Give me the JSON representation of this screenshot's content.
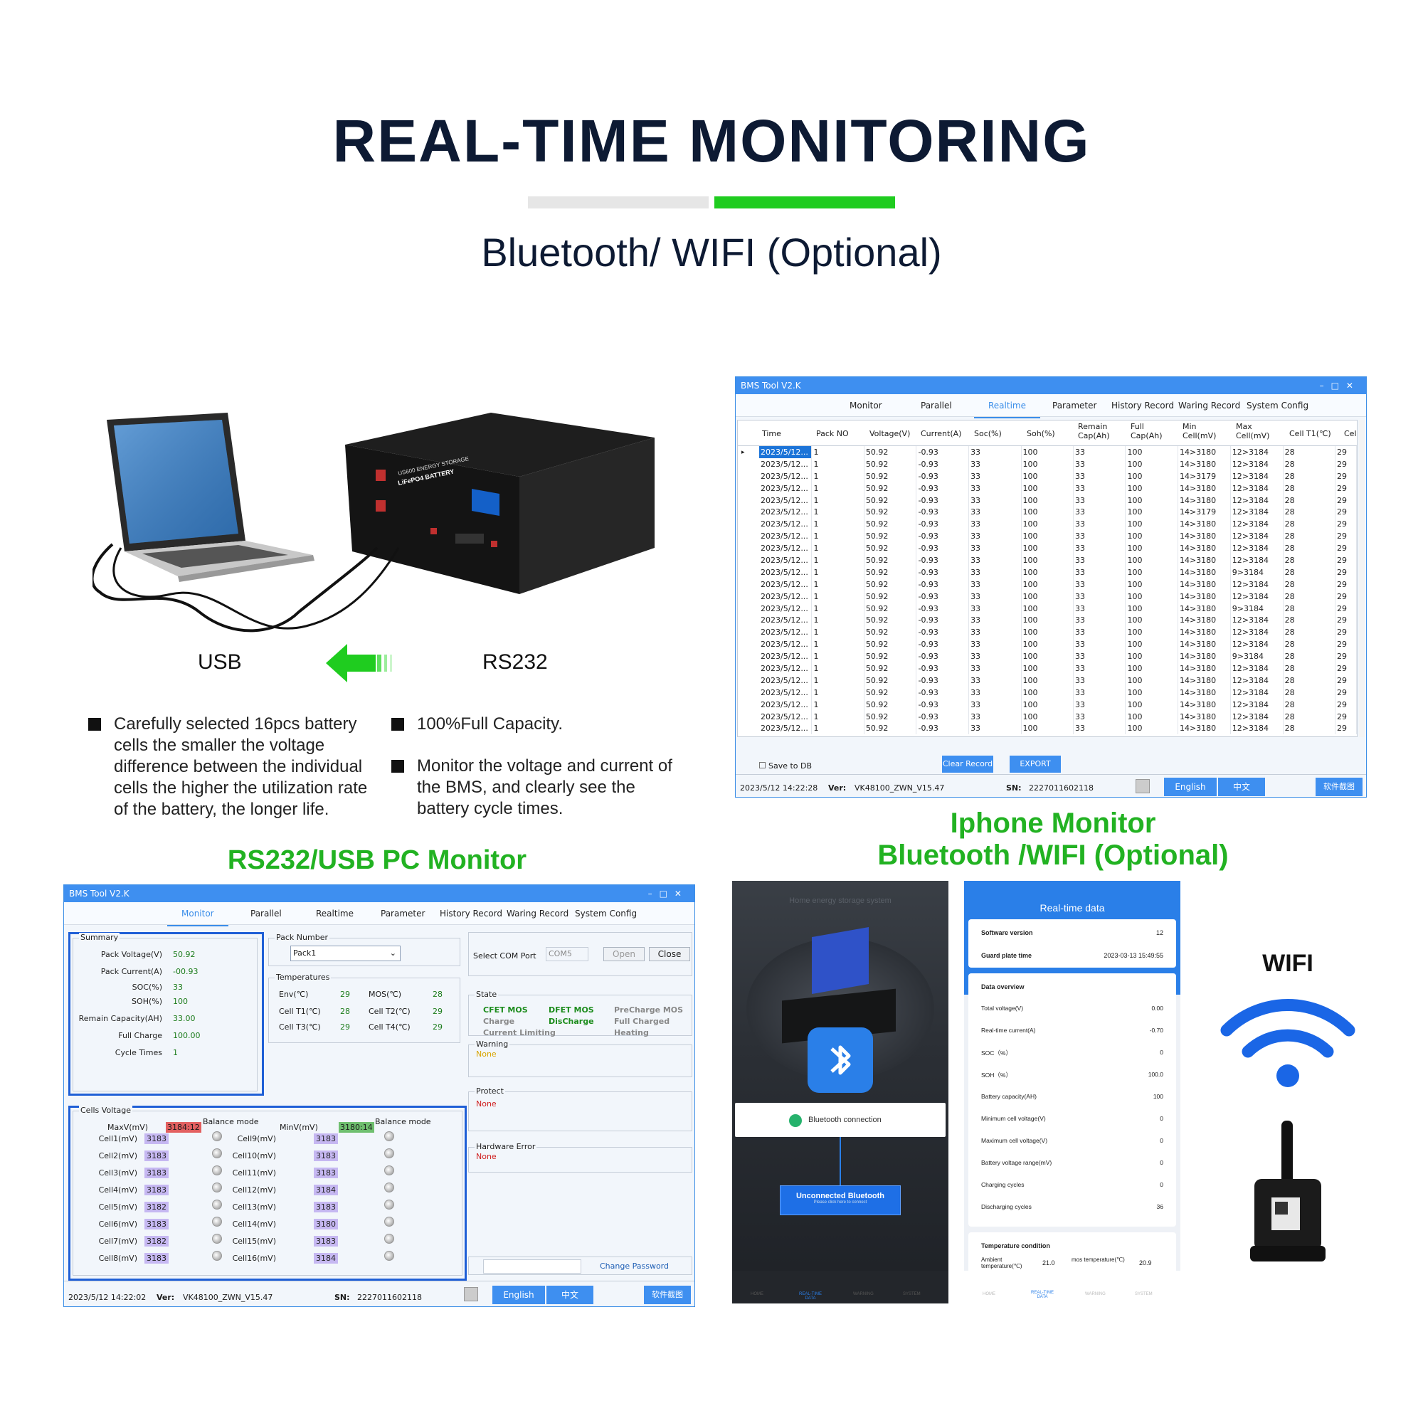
{
  "header": {
    "title": "REAL-TIME MONITORING",
    "subtitle": "Bluetooth/ WIFI (Optional)"
  },
  "hardware": {
    "usb_label": "USB",
    "rs232_label": "RS232",
    "battery_brand": "US600 ENERGY STORAGE",
    "battery_model": "LiFePO4 BATTERY"
  },
  "features": {
    "left": "Carefully selected 16pcs battery cells the smaller the voltage difference between the individual cells the higher the utilization rate of the battery, the longer life.",
    "right1": "100%Full Capacity.",
    "right2": "Monitor the voltage and current of the BMS, and clearly see the battery cycle times."
  },
  "captions": {
    "pc_monitor": "RS232/USB PC Monitor",
    "iphone_line1": "Iphone Monitor",
    "iphone_line2": "Bluetooth /WIFI (Optional)",
    "wifi": "WIFI"
  },
  "colors": {
    "accent": "#3e8ff0",
    "green": "#22b222",
    "navy": "#0d1a33"
  },
  "realtime_window": {
    "title": "BMS Tool V2.K",
    "tabs": [
      "Monitor",
      "Parallel",
      "Realtime",
      "Parameter",
      "History Record",
      "Waring Record",
      "System Config"
    ],
    "selected_tab": "Realtime",
    "columns": [
      "Time",
      "Pack NO",
      "Voltage(V)",
      "Current(A)",
      "Soc(%)",
      "Soh(%)",
      "Remain Cap(Ah)",
      "Full Cap(Ah)",
      "Min Cell(mV)",
      "Max Cell(mV)",
      "Cell T1(℃)",
      "Cell"
    ],
    "rows": [
      [
        "2023/5/12...",
        "1",
        "50.92",
        "-0.93",
        "33",
        "100",
        "33",
        "100",
        "14>3180",
        "12>3184",
        "28",
        "29"
      ],
      [
        "2023/5/12...",
        "1",
        "50.92",
        "-0.93",
        "33",
        "100",
        "33",
        "100",
        "14>3180",
        "12>3184",
        "28",
        "29"
      ],
      [
        "2023/5/12...",
        "1",
        "50.92",
        "-0.93",
        "33",
        "100",
        "33",
        "100",
        "14>3179",
        "12>3184",
        "28",
        "29"
      ],
      [
        "2023/5/12...",
        "1",
        "50.92",
        "-0.93",
        "33",
        "100",
        "33",
        "100",
        "14>3180",
        "12>3184",
        "28",
        "29"
      ],
      [
        "2023/5/12...",
        "1",
        "50.92",
        "-0.93",
        "33",
        "100",
        "33",
        "100",
        "14>3180",
        "12>3184",
        "28",
        "29"
      ],
      [
        "2023/5/12...",
        "1",
        "50.92",
        "-0.93",
        "33",
        "100",
        "33",
        "100",
        "14>3179",
        "12>3184",
        "28",
        "29"
      ],
      [
        "2023/5/12...",
        "1",
        "50.92",
        "-0.93",
        "33",
        "100",
        "33",
        "100",
        "14>3180",
        "12>3184",
        "28",
        "29"
      ],
      [
        "2023/5/12...",
        "1",
        "50.92",
        "-0.93",
        "33",
        "100",
        "33",
        "100",
        "14>3180",
        "12>3184",
        "28",
        "29"
      ],
      [
        "2023/5/12...",
        "1",
        "50.92",
        "-0.93",
        "33",
        "100",
        "33",
        "100",
        "14>3180",
        "12>3184",
        "28",
        "29"
      ],
      [
        "2023/5/12...",
        "1",
        "50.92",
        "-0.93",
        "33",
        "100",
        "33",
        "100",
        "14>3180",
        "12>3184",
        "28",
        "29"
      ],
      [
        "2023/5/12...",
        "1",
        "50.92",
        "-0.93",
        "33",
        "100",
        "33",
        "100",
        "14>3180",
        "9>3184",
        "28",
        "29"
      ],
      [
        "2023/5/12...",
        "1",
        "50.92",
        "-0.93",
        "33",
        "100",
        "33",
        "100",
        "14>3180",
        "12>3184",
        "28",
        "29"
      ],
      [
        "2023/5/12...",
        "1",
        "50.92",
        "-0.93",
        "33",
        "100",
        "33",
        "100",
        "14>3180",
        "12>3184",
        "28",
        "29"
      ],
      [
        "2023/5/12...",
        "1",
        "50.92",
        "-0.93",
        "33",
        "100",
        "33",
        "100",
        "14>3180",
        "9>3184",
        "28",
        "29"
      ],
      [
        "2023/5/12...",
        "1",
        "50.92",
        "-0.93",
        "33",
        "100",
        "33",
        "100",
        "14>3180",
        "12>3184",
        "28",
        "29"
      ],
      [
        "2023/5/12...",
        "1",
        "50.92",
        "-0.93",
        "33",
        "100",
        "33",
        "100",
        "14>3180",
        "12>3184",
        "28",
        "29"
      ],
      [
        "2023/5/12...",
        "1",
        "50.92",
        "-0.93",
        "33",
        "100",
        "33",
        "100",
        "14>3180",
        "12>3184",
        "28",
        "29"
      ],
      [
        "2023/5/12...",
        "1",
        "50.92",
        "-0.93",
        "33",
        "100",
        "33",
        "100",
        "14>3180",
        "9>3184",
        "28",
        "29"
      ],
      [
        "2023/5/12...",
        "1",
        "50.92",
        "-0.93",
        "33",
        "100",
        "33",
        "100",
        "14>3180",
        "12>3184",
        "28",
        "29"
      ],
      [
        "2023/5/12...",
        "1",
        "50.92",
        "-0.93",
        "33",
        "100",
        "33",
        "100",
        "14>3180",
        "12>3184",
        "28",
        "29"
      ],
      [
        "2023/5/12...",
        "1",
        "50.92",
        "-0.93",
        "33",
        "100",
        "33",
        "100",
        "14>3180",
        "12>3184",
        "28",
        "29"
      ],
      [
        "2023/5/12...",
        "1",
        "50.92",
        "-0.93",
        "33",
        "100",
        "33",
        "100",
        "14>3180",
        "12>3184",
        "28",
        "29"
      ],
      [
        "2023/5/12...",
        "1",
        "50.92",
        "-0.93",
        "33",
        "100",
        "33",
        "100",
        "14>3180",
        "12>3184",
        "28",
        "29"
      ],
      [
        "2023/5/12...",
        "1",
        "50.92",
        "-0.93",
        "33",
        "100",
        "33",
        "100",
        "14>3180",
        "12>3184",
        "28",
        "29"
      ]
    ],
    "save_to_db": "Save to DB",
    "clear_record": "Clear Record",
    "export": "EXPORT",
    "status_time": "2023/5/12 14:22:28",
    "ver_label": "Ver:",
    "ver_value": "VK48100_ZWN_V15.47",
    "sn_label": "SN:",
    "sn_value": "2227011602118",
    "lang_en": "English",
    "lang_zh": "中文",
    "screenshot": "软件截图"
  },
  "monitor_window": {
    "title": "BMS Tool V2.K",
    "tabs": [
      "Monitor",
      "Parallel",
      "Realtime",
      "Parameter",
      "History Record",
      "Waring Record",
      "System Config"
    ],
    "selected_tab": "Monitor",
    "summary": {
      "legend": "Summary",
      "items": [
        {
          "label": "Pack Voltage(V)",
          "value": "50.92"
        },
        {
          "label": "Pack Current(A)",
          "value": "-00.93"
        },
        {
          "label": "SOC(%)",
          "value": "33"
        },
        {
          "label": "SOH(%)",
          "value": "100"
        },
        {
          "label": "Remain Capacity(AH)",
          "value": "33.00"
        },
        {
          "label": "Full Charge",
          "value": "100.00"
        },
        {
          "label": "Cycle Times",
          "value": "1"
        }
      ]
    },
    "pack_number": {
      "legend": "Pack Number",
      "value": "Pack1"
    },
    "temperatures": {
      "legend": "Temperatures",
      "items": [
        {
          "label": "Env(℃)",
          "value": "29"
        },
        {
          "label": "MOS(℃)",
          "value": "28"
        },
        {
          "label": "Cell T1(℃)",
          "value": "28"
        },
        {
          "label": "Cell T2(℃)",
          "value": "29"
        },
        {
          "label": "Cell T3(℃)",
          "value": "29"
        },
        {
          "label": "Cell T4(℃)",
          "value": "29"
        }
      ]
    },
    "com": {
      "label": "Select COM Port",
      "value": "COM5",
      "open": "Open",
      "close": "Close"
    },
    "state": {
      "legend": "State",
      "c1a": "CFET MOS",
      "c1b": "Charge",
      "c1c": "Current Limiting",
      "c2a": "DFET MOS",
      "c2b": "DisCharge",
      "c3a": "PreCharge MOS",
      "c3b": "Full Charged",
      "c3c": "Heating"
    },
    "warning": {
      "legend": "Warning",
      "value": "None"
    },
    "protect": {
      "legend": "Protect",
      "value": "None"
    },
    "hardware_error": {
      "legend": "Hardware Error",
      "value": "None"
    },
    "change_password": "Change Password",
    "cells": {
      "legend": "Cells Voltage",
      "max_label": "MaxV(mV)",
      "max_value": "3184:12",
      "min_label": "MinV(mV)",
      "min_value": "3180:14",
      "balance": "Balance mode",
      "left": [
        {
          "label": "Cell1(mV)",
          "value": "3183"
        },
        {
          "label": "Cell2(mV)",
          "value": "3183"
        },
        {
          "label": "Cell3(mV)",
          "value": "3183"
        },
        {
          "label": "Cell4(mV)",
          "value": "3183"
        },
        {
          "label": "Cell5(mV)",
          "value": "3182"
        },
        {
          "label": "Cell6(mV)",
          "value": "3183"
        },
        {
          "label": "Cell7(mV)",
          "value": "3182"
        },
        {
          "label": "Cell8(mV)",
          "value": "3183"
        }
      ],
      "right": [
        {
          "label": "Cell9(mV)",
          "value": "3183"
        },
        {
          "label": "Cell10(mV)",
          "value": "3183"
        },
        {
          "label": "Cell11(mV)",
          "value": "3183"
        },
        {
          "label": "Cell12(mV)",
          "value": "3184"
        },
        {
          "label": "Cell13(mV)",
          "value": "3183"
        },
        {
          "label": "Cell14(mV)",
          "value": "3180"
        },
        {
          "label": "Cell15(mV)",
          "value": "3183"
        },
        {
          "label": "Cell16(mV)",
          "value": "3184"
        }
      ]
    },
    "status_time": "2023/5/12 14:22:02",
    "ver_label": "Ver:",
    "ver_value": "VK48100_ZWN_V15.47",
    "sn_label": "SN:",
    "sn_value": "2227011602118",
    "lang_en": "English",
    "lang_zh": "中文",
    "screenshot": "软件截图"
  },
  "phone_bt": {
    "header": "Home energy storage system",
    "connection": "Bluetooth connection",
    "unconnected": "Unconnected Bluetooth",
    "unconnected_sub": "Please click here to connect",
    "nav": [
      "HOME",
      "REAL-TIME DATA",
      "WARNING",
      "SYSTEM"
    ]
  },
  "phone_data": {
    "title": "Real-time data",
    "software_version_label": "Software version",
    "software_version": "12",
    "guard_time_label": "Guard plate time",
    "guard_time": "2023-03-13 15:49:55",
    "overview_title": "Data overview",
    "overview": [
      {
        "label": "Total voltage(V)",
        "value": "0.00"
      },
      {
        "label": "Real-time current(A)",
        "value": "-0.70"
      },
      {
        "label": "SOC（%）",
        "value": "0"
      },
      {
        "label": "SOH（%）",
        "value": "100.0"
      },
      {
        "label": "Battery capacity(AH)",
        "value": "100"
      },
      {
        "label": "Minimum cell voltage(V)",
        "value": "0"
      },
      {
        "label": "Maximum cell voltage(V)",
        "value": "0"
      },
      {
        "label": "Battery voltage range(mV)",
        "value": "0"
      },
      {
        "label": "Charging cycles",
        "value": "0"
      },
      {
        "label": "Discharging cycles",
        "value": "36"
      }
    ],
    "temp_title": "Temperature condition",
    "ambient_label": "Ambient temperature(℃)",
    "ambient_value": "21.0",
    "mos_label": "mos temperature(℃)",
    "mos_value": "20.9",
    "nav": [
      "HOME",
      "REAL-TIME DATA",
      "WARNING",
      "SYSTEM"
    ]
  }
}
